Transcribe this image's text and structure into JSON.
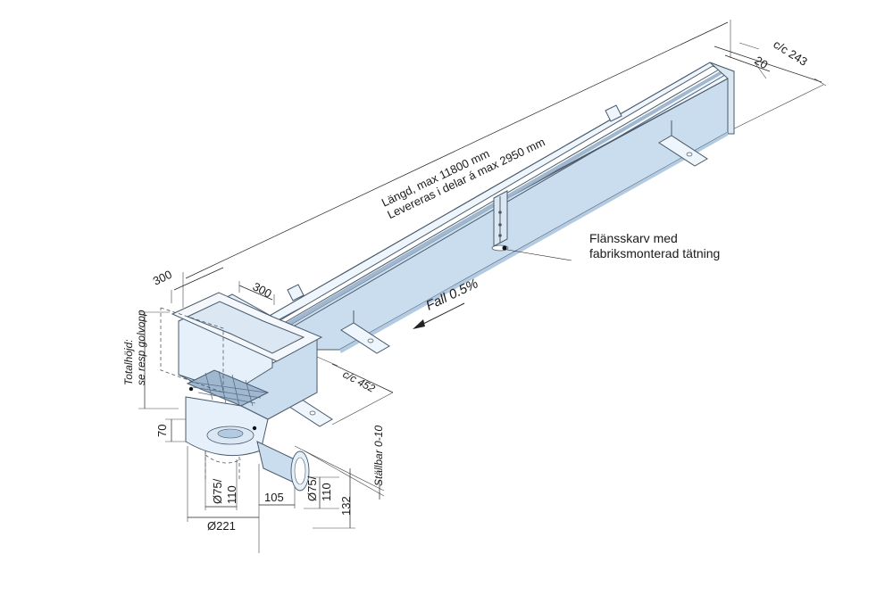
{
  "labels": {
    "length_line1": "Längd, max 11800 mm",
    "length_line2": "Levereras i delar á max 2950 mm",
    "cc_243": "c/c 243",
    "dim_20": "20",
    "flange_line1": "Flänsskarv med",
    "flange_line2": "fabriksmonterad tätning",
    "fall": "Fall 0.5%",
    "dim_300_a": "300",
    "dim_300_b": "300",
    "total_height_line1": "Totalhöjd:",
    "total_height_line2": "se resp golvopp",
    "cc_452": "c/c 452",
    "adjust": "Ställbar 0-10",
    "dim_70": "70",
    "d75_110_a_line1": "Ø75/",
    "d75_110_a_line2": "110",
    "dim_105": "105",
    "d75_110_b_line1": "Ø75/",
    "d75_110_b_line2": "110",
    "dim_132": "132",
    "d221": "Ø221"
  },
  "colors": {
    "steel_light": "#e6f0fa",
    "steel_mid": "#c9ddef",
    "steel_dark": "#9fb8d0",
    "edge": "#4a5a6a"
  }
}
